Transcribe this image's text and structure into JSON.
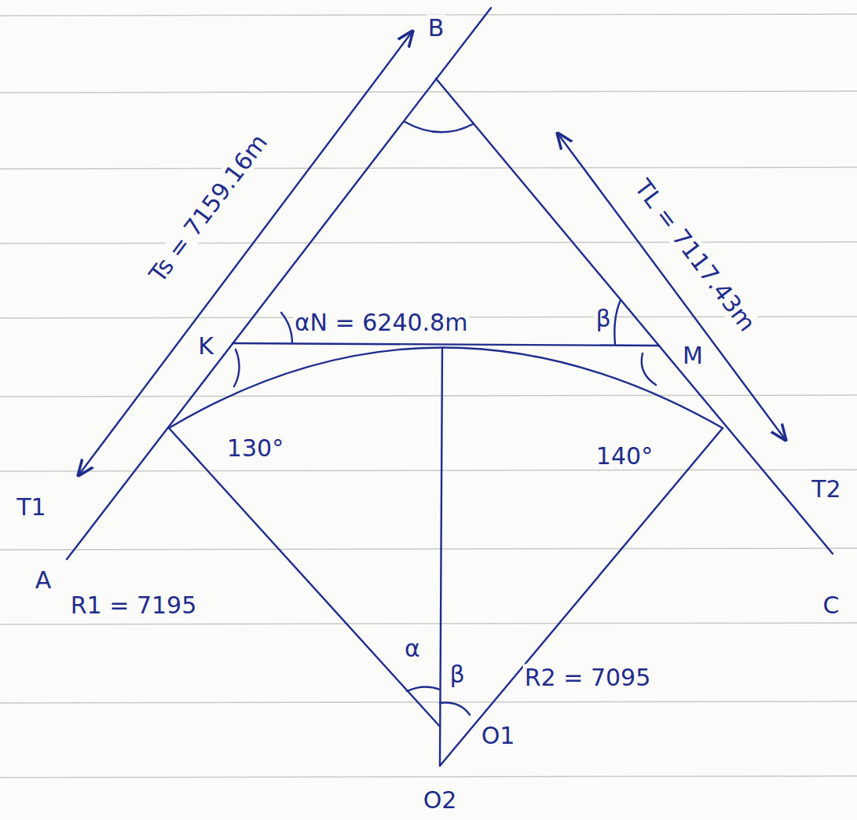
{
  "diagram": {
    "labels": [
      "B",
      "Ts = 7159.16m",
      "TL = 7117.43m",
      "α",
      "N = 6240.8m",
      "β",
      "K",
      "M",
      "130°",
      "140°",
      "T1",
      "T2",
      "A",
      "C",
      "R1 = 7195",
      "α",
      "β",
      "R2 = 7095",
      "O1",
      "O2"
    ]
  }
}
